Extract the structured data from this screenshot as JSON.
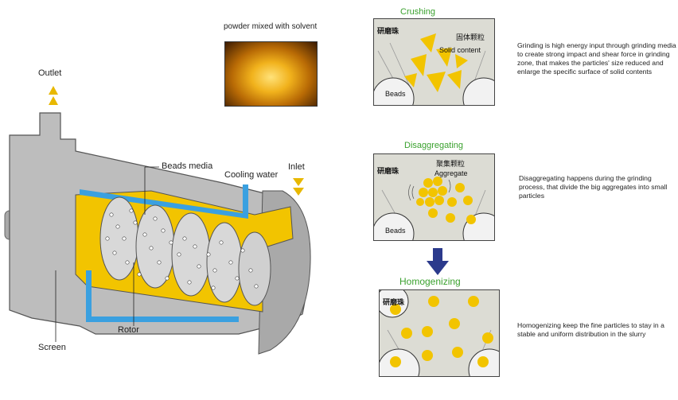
{
  "mill": {
    "outlet": "Outlet",
    "inlet": "Inlet",
    "beads_media": "Beads media",
    "cooling_water": "Cooling water",
    "rotor": "Rotor",
    "screen": "Screen"
  },
  "photo": {
    "caption": "powder mixed with solvent"
  },
  "stages": [
    {
      "title": "Crushing",
      "label_cn": "研磨珠",
      "solid_cn": "固体颗粒",
      "solid_en": "Solid content",
      "beads": "Beads",
      "description": "Grinding is high energy input through grinding media to create strong impact and shear force in grinding zone, that makes the particles' size reduced and enlarge the specific surface of solid contents"
    },
    {
      "title": "Disaggregating",
      "label_cn": "研磨珠",
      "agg_cn": "聚集颗粒",
      "agg_en": "Aggregate",
      "beads": "Beads",
      "description": "Disaggregating happens during the grinding process, that divide the big aggregates into small particles"
    },
    {
      "title": "Homogenizing",
      "label_cn": "研磨珠",
      "description": "Homogenizing keep the fine particles to stay in a  stable and uniform distribution in the slurry"
    }
  ],
  "colors": {
    "title_green": "#3aa12e",
    "particle_yellow": "#f2c400",
    "arrow_gold": "#e8b800",
    "down_arrow": "#2b3a8c",
    "cooling_blue": "#3aa0e0"
  }
}
